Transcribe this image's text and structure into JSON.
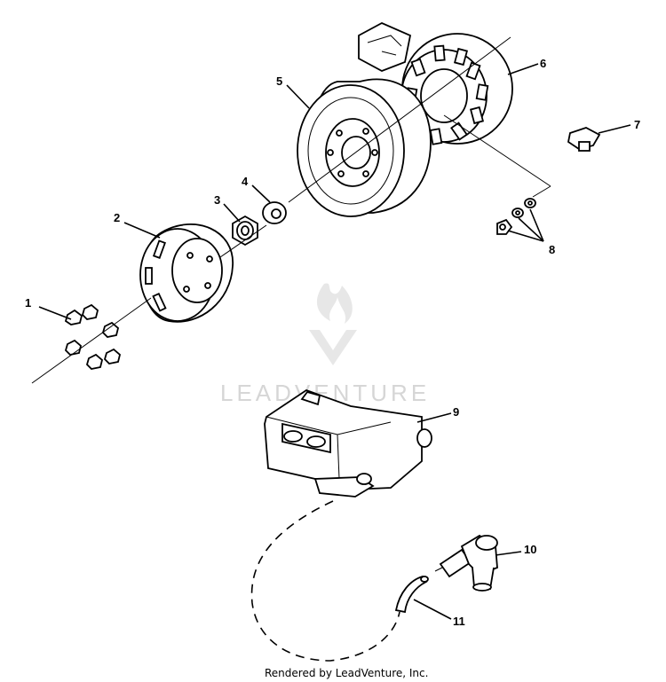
{
  "diagram": {
    "callouts": [
      {
        "id": "1",
        "text": "1"
      },
      {
        "id": "2",
        "text": "2"
      },
      {
        "id": "3",
        "text": "3"
      },
      {
        "id": "4",
        "text": "4"
      },
      {
        "id": "5",
        "text": "5"
      },
      {
        "id": "6",
        "text": "6"
      },
      {
        "id": "7",
        "text": "7"
      },
      {
        "id": "8",
        "text": "8"
      },
      {
        "id": "9",
        "text": "9"
      },
      {
        "id": "10",
        "text": "10"
      },
      {
        "id": "11",
        "text": "11"
      }
    ],
    "watermark": "LEADVENTURE",
    "credit": "Rendered by LeadVenture, Inc."
  }
}
